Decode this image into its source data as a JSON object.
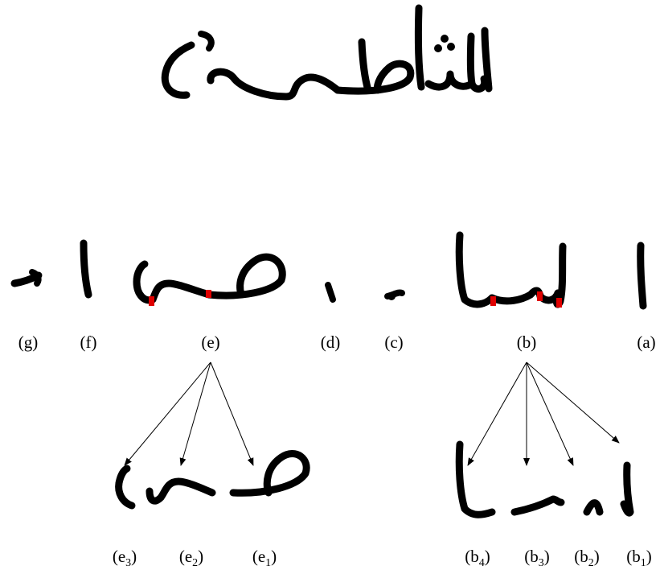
{
  "word": {
    "text": "الشاطئ"
  },
  "parts": [
    {
      "id": "a",
      "label": "(a)"
    },
    {
      "id": "b",
      "label": "(b)"
    },
    {
      "id": "c",
      "label": "(c)"
    },
    {
      "id": "d",
      "label": "(d)"
    },
    {
      "id": "e",
      "label": "(e)"
    },
    {
      "id": "f",
      "label": "(f)"
    },
    {
      "id": "g",
      "label": "(g)"
    }
  ],
  "subparts": {
    "b": [
      {
        "base": "b",
        "sub": "1"
      },
      {
        "base": "b",
        "sub": "2"
      },
      {
        "base": "b",
        "sub": "3"
      },
      {
        "base": "b",
        "sub": "4"
      }
    ],
    "e": [
      {
        "base": "e",
        "sub": "1"
      },
      {
        "base": "e",
        "sub": "2"
      },
      {
        "base": "e",
        "sub": "3"
      }
    ]
  },
  "colors": {
    "ink": "#000000",
    "cut_point": "#e00000"
  }
}
